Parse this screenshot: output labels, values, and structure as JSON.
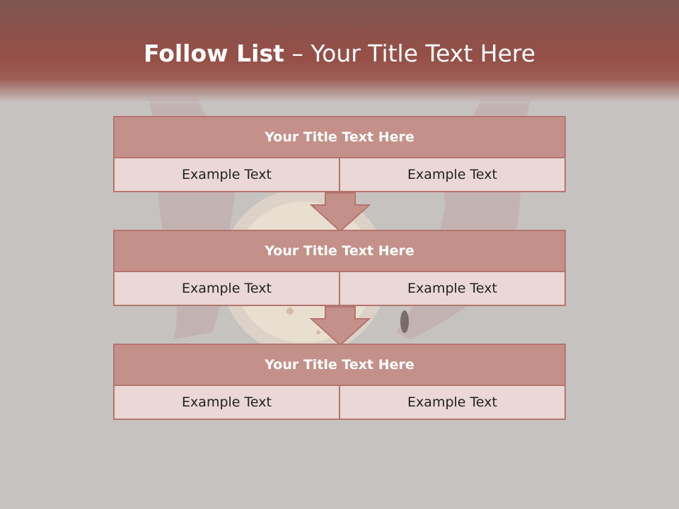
{
  "slide": {
    "title_bold": "Follow List",
    "title_rest": "  – Your Title Text Here"
  },
  "flow": [
    {
      "title": "Your Title Text Here",
      "left": "Example Text",
      "right": "Example Text"
    },
    {
      "title": "Your Title Text Here",
      "left": "Example Text",
      "right": "Example Text"
    },
    {
      "title": "Your Title Text Here",
      "left": "Example Text",
      "right": "Example Text"
    }
  ],
  "colors": {
    "header": "#965048",
    "box_title": "#c4918a",
    "box_cell": "#ead7d6",
    "border": "#b47670",
    "arrow": "#c4918a"
  }
}
